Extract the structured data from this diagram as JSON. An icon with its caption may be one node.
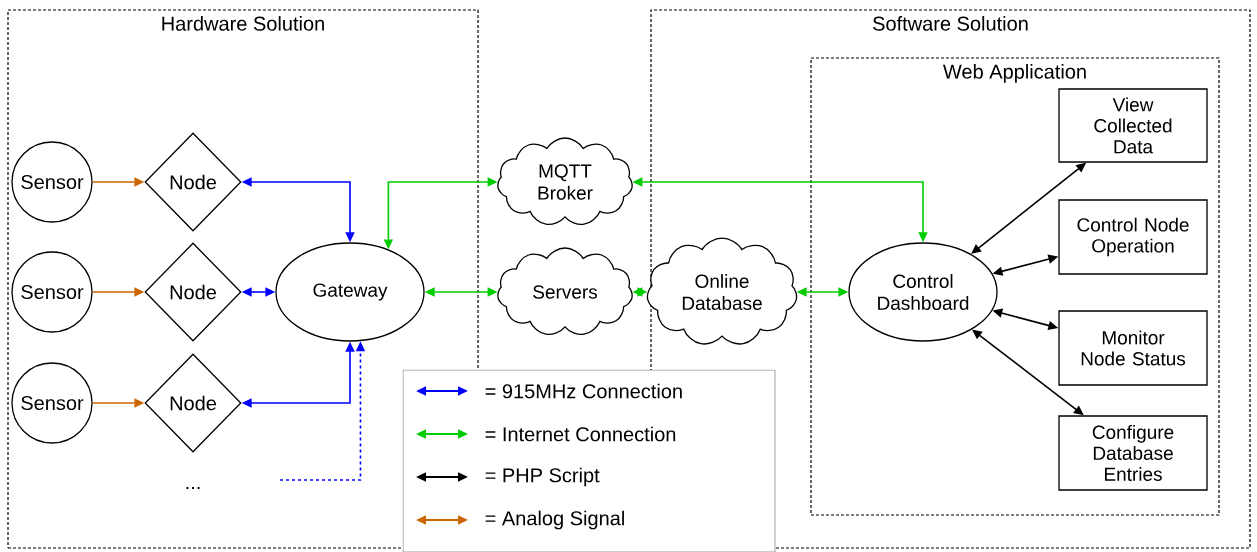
{
  "diagram": {
    "nodes": [
      {
        "text": [
          "Hardware Solution"
        ]
      },
      {
        "text": [
          "Software Solution"
        ]
      },
      {
        "text": [
          "Web Application"
        ],
        "in": 1
      },
      {
        "text": [
          "Sensor"
        ],
        "in": 0
      },
      {
        "text": [
          "Sensor"
        ],
        "in": 0
      },
      {
        "text": [
          "Sensor"
        ],
        "in": 0
      },
      {
        "text": [
          "Node"
        ],
        "in": 0
      },
      {
        "text": [
          "Node"
        ],
        "in": 0
      },
      {
        "text": [
          "Node"
        ],
        "in": 0
      },
      {
        "text": [
          "Gateway"
        ],
        "in": 0
      },
      {
        "text": [
          "MQTT Broker"
        ]
      },
      {
        "text": [
          "Servers"
        ]
      },
      {
        "text": [
          "Online Database"
        ],
        "in": 1
      },
      {
        "text": [
          "Control Dashboard"
        ],
        "in": 2
      },
      {
        "text": [
          "View Collected Data"
        ],
        "in": 2
      },
      {
        "text": [
          "Control Node Operation"
        ],
        "in": 2
      },
      {
        "text": [
          "Monitor Node Status"
        ],
        "in": 2
      },
      {
        "text": [
          "Configure Database Entries"
        ],
        "in": 2
      }
    ],
    "edges": [
      {
        "from": 3,
        "to": 6,
        "arrow": "to",
        "color": "#cc6600"
      },
      {
        "from": 4,
        "to": 7,
        "arrow": "to",
        "color": "#cc6600"
      },
      {
        "from": 5,
        "to": 8,
        "arrow": "to",
        "color": "#cc6600"
      },
      {
        "from": 6,
        "to": 9,
        "arrow": "both",
        "color": "#0000ff"
      },
      {
        "from": 7,
        "to": 9,
        "arrow": "both",
        "color": "#0000ff"
      },
      {
        "from": 9,
        "to": 8,
        "arrow": "both",
        "color": "#0000ff"
      },
      {
        "from": null,
        "to": 9,
        "arrow": "to",
        "style": "dashed",
        "color": "#0000ff"
      },
      {
        "from": 9,
        "to": 10,
        "arrow": "both",
        "color": "#00cc00"
      },
      {
        "from": 9,
        "to": 11,
        "arrow": "both",
        "color": "#00cc00"
      },
      {
        "from": 11,
        "to": 12,
        "arrow": "both",
        "color": "#00cc00"
      },
      {
        "from": 12,
        "to": 13,
        "arrow": "both",
        "color": "#00cc00"
      },
      {
        "from": 13,
        "to": 10,
        "arrow": "both",
        "color": "#00cc00"
      },
      {
        "from": 13,
        "to": 14,
        "arrow": "both",
        "color": "#000000"
      },
      {
        "from": 13,
        "to": 15,
        "arrow": "both",
        "color": "#000000"
      },
      {
        "from": 13,
        "to": 16,
        "arrow": "both",
        "color": "#000000"
      },
      {
        "from": 13,
        "to": 17,
        "arrow": "both",
        "color": "#000000"
      }
    ],
    "labels": [
      "..."
    ],
    "legend": [
      {
        "text": "= 915MHz Connection",
        "color": "#0000ff"
      },
      {
        "text": "= Internet Connection",
        "color": "#00cc00"
      },
      {
        "text": "= PHP Script",
        "color": "#000000"
      },
      {
        "text": "= Analog Signal",
        "color": "#cc6600"
      }
    ]
  }
}
